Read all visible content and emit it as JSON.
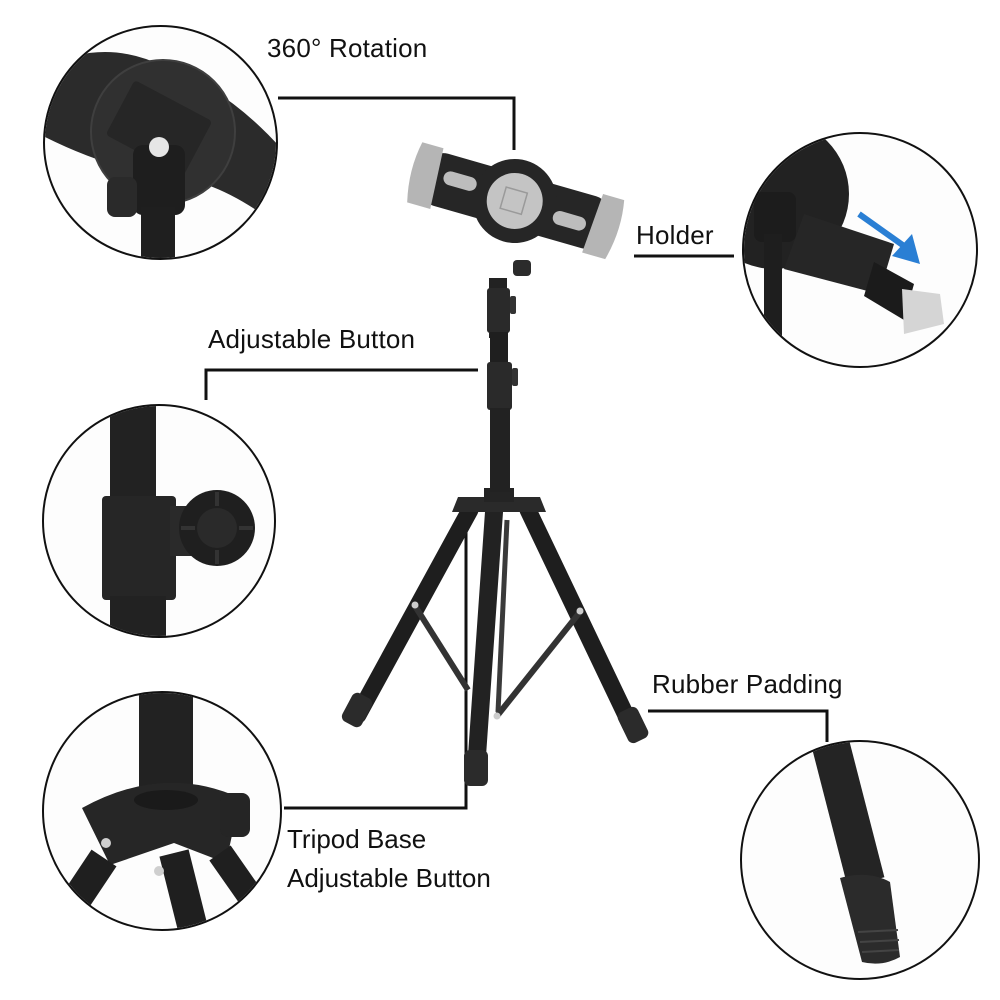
{
  "product": {
    "name": "Tablet tripod stand",
    "accent_arrow_color": "#2a7fd4",
    "body_color": "#1c1c1c",
    "grip_color": "#b9b9b9"
  },
  "callouts": [
    {
      "id": "rotation",
      "label": "360° Rotation"
    },
    {
      "id": "holder",
      "label": "Holder"
    },
    {
      "id": "adjustable-button",
      "label": "Adjustable Button"
    },
    {
      "id": "rubber-padding",
      "label": "Rubber Padding"
    },
    {
      "id": "tripod-base",
      "label_line1": "Tripod Base",
      "label_line2": "Adjustable Button"
    }
  ]
}
